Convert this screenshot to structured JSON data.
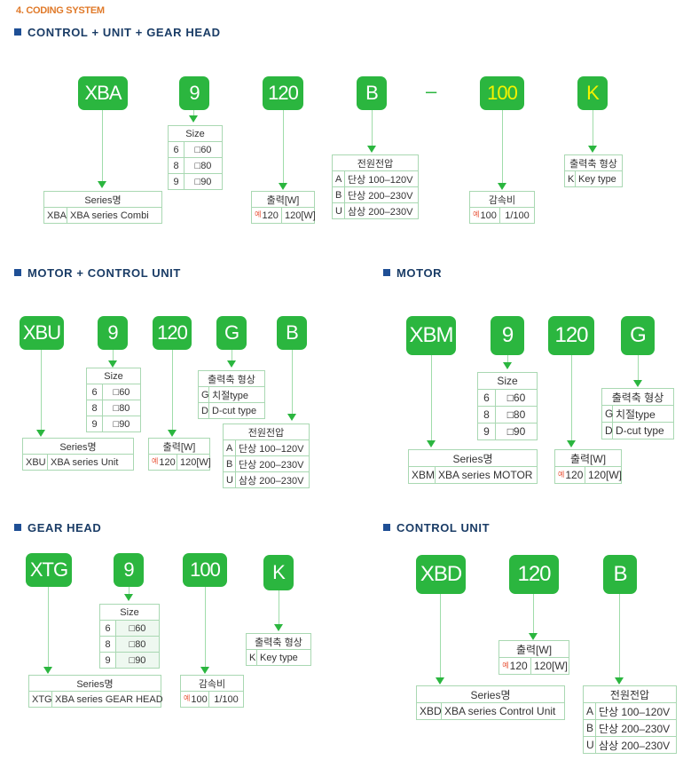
{
  "page_heading": "4. CODING SYSTEM",
  "colors": {
    "code_box": "#2bb63f",
    "highlight_text": "#f4f200",
    "section_title": "#1a3c66",
    "border": "#a9d8b2"
  },
  "sec1": {
    "title": "CONTROL + UNIT + GEAR HEAD",
    "codes": [
      "XBA",
      "9",
      "120",
      "B",
      "100",
      "K"
    ],
    "dash": "–",
    "series": {
      "header": "Series명",
      "rows": [
        [
          "XBA",
          "XBA series Combi"
        ]
      ]
    },
    "size": {
      "header": "Size",
      "rows": [
        [
          "6",
          "□60"
        ],
        [
          "8",
          "□80"
        ],
        [
          "9",
          "□90"
        ]
      ]
    },
    "output": {
      "header": "출력[W]",
      "ex": "예",
      "rows": [
        [
          "120",
          "120[W]"
        ]
      ]
    },
    "voltage": {
      "header": "전원전압",
      "rows": [
        [
          "A",
          "단상 100–120V"
        ],
        [
          "B",
          "단상 200–230V"
        ],
        [
          "U",
          "삼상 200–230V"
        ]
      ]
    },
    "ratio": {
      "header": "감속비",
      "ex": "예",
      "rows": [
        [
          "100",
          "1/100"
        ]
      ]
    },
    "shaft": {
      "header": "출력축 형상",
      "rows": [
        [
          "K",
          "Key type"
        ]
      ]
    }
  },
  "sec2": {
    "title": "MOTOR + CONTROL UNIT",
    "codes": [
      "XBU",
      "9",
      "120",
      "G",
      "B"
    ],
    "series": {
      "header": "Series명",
      "rows": [
        [
          "XBU",
          "XBA series Unit"
        ]
      ]
    },
    "size": {
      "header": "Size",
      "rows": [
        [
          "6",
          "□60"
        ],
        [
          "8",
          "□80"
        ],
        [
          "9",
          "□90"
        ]
      ]
    },
    "output": {
      "header": "출력[W]",
      "ex": "예",
      "rows": [
        [
          "120",
          "120[W]"
        ]
      ]
    },
    "shaft": {
      "header": "출력축 형상",
      "rows": [
        [
          "G",
          "치절type"
        ],
        [
          "D",
          "D-cut type"
        ]
      ]
    },
    "voltage": {
      "header": "전원전압",
      "rows": [
        [
          "A",
          "단상 100–120V"
        ],
        [
          "B",
          "단상 200–230V"
        ],
        [
          "U",
          "삼상 200–230V"
        ]
      ]
    }
  },
  "sec3": {
    "title": "MOTOR",
    "codes": [
      "XBM",
      "9",
      "120",
      "G"
    ],
    "series": {
      "header": "Series명",
      "rows": [
        [
          "XBM",
          "XBA series MOTOR"
        ]
      ]
    },
    "size": {
      "header": "Size",
      "rows": [
        [
          "6",
          "□60"
        ],
        [
          "8",
          "□80"
        ],
        [
          "9",
          "□90"
        ]
      ]
    },
    "output": {
      "header": "출력[W]",
      "ex": "예",
      "rows": [
        [
          "120",
          "120[W]"
        ]
      ]
    },
    "shaft": {
      "header": "출력축 형상",
      "rows": [
        [
          "G",
          "치절type"
        ],
        [
          "D",
          "D-cut type"
        ]
      ]
    }
  },
  "sec4": {
    "title": "GEAR HEAD",
    "codes": [
      "XTG",
      "9",
      "100",
      "K"
    ],
    "series": {
      "header": "Series명",
      "rows": [
        [
          "XTG",
          "XBA series GEAR HEAD"
        ]
      ]
    },
    "size": {
      "header": "Size",
      "rows": [
        [
          "6",
          "□60"
        ],
        [
          "8",
          "□80"
        ],
        [
          "9",
          "□90"
        ]
      ]
    },
    "ratio": {
      "header": "감속비",
      "ex": "예",
      "rows": [
        [
          "100",
          "1/100"
        ]
      ]
    },
    "shaft": {
      "header": "출력축 형상",
      "rows": [
        [
          "K",
          "Key type"
        ]
      ]
    }
  },
  "sec5": {
    "title": "CONTROL UNIT",
    "codes": [
      "XBD",
      "120",
      "B"
    ],
    "series": {
      "header": "Series명",
      "rows": [
        [
          "XBD",
          "XBA series Control Unit"
        ]
      ]
    },
    "output": {
      "header": "출력[W]",
      "ex": "예",
      "rows": [
        [
          "120",
          "120[W]"
        ]
      ]
    },
    "voltage": {
      "header": "전원전압",
      "rows": [
        [
          "A",
          "단상 100–120V"
        ],
        [
          "B",
          "단상 200–230V"
        ],
        [
          "U",
          "삼상 200–230V"
        ]
      ]
    }
  }
}
